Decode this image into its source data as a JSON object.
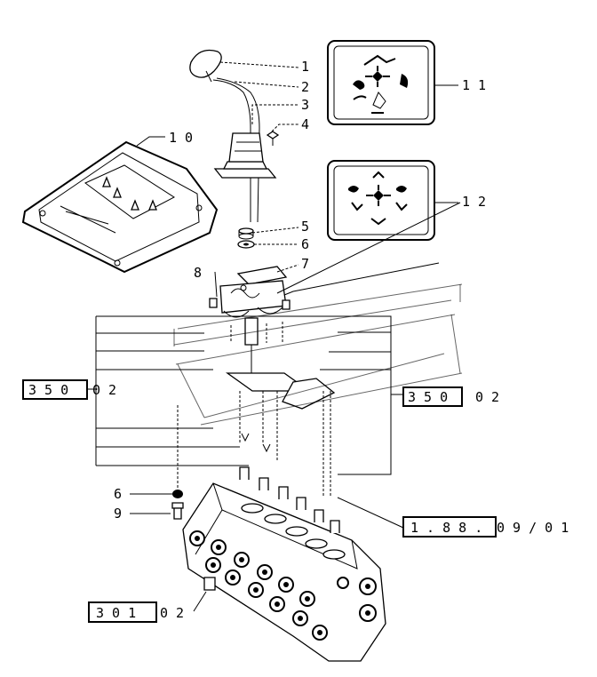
{
  "callouts": {
    "c1": "1",
    "c2": "2",
    "c3": "3",
    "c4": "4",
    "c5": "5",
    "c6": "6",
    "c7": "7",
    "c8": "8",
    "c10": "1 0",
    "c11": "1 1",
    "c12": "1 2",
    "c6b": "6",
    "c9": "9"
  },
  "references": {
    "left_box": "3 5 0",
    "left_suffix": "0 2",
    "right_box": "3 5 0",
    "right_suffix": "0 2",
    "valve_box": "1 . 8 8 .",
    "valve_suffix": "0 9 /   0 1",
    "bottom_box": "3 0 1",
    "bottom_suffix": "0 2"
  }
}
